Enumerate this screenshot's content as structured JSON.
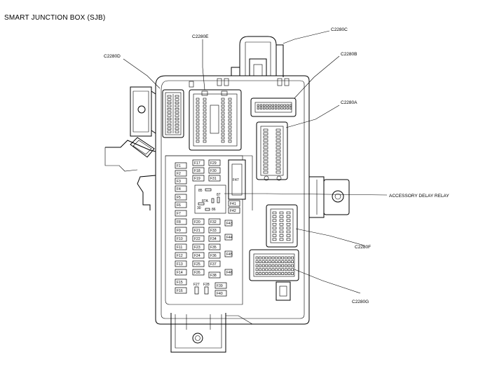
{
  "title": "SMART JUNCTION BOX (SJB)",
  "connectors": {
    "c2280a": "C2280A",
    "c2280b": "C2280B",
    "c2280c": "C2280C",
    "c2280d": "C2280D",
    "c2280e": "C2280E",
    "c2280f": "C2280F",
    "c2280g": "C2280G"
  },
  "relay_label": "ACCESSORY DELAY RELAY",
  "relay_pins": {
    "p85": "85",
    "p87": "87",
    "p87a": "87A",
    "p30": "30",
    "p86": "86"
  },
  "fuses": {
    "F1": "F1",
    "F2": "F2",
    "F3": "F3",
    "F4": "F4",
    "F5": "F5",
    "F6": "F6",
    "F7": "F7",
    "F8": "F8",
    "F9": "F9",
    "F10": "F10",
    "F11": "F11",
    "F12": "F12",
    "F13": "F13",
    "F14": "F14",
    "F15": "F15",
    "F16": "F16",
    "F17": "F17",
    "F18": "F18",
    "F19": "F19",
    "F20": "F20",
    "F21": "F21",
    "F22": "F22",
    "F23": "F23",
    "F24": "F24",
    "F25": "F25",
    "F26": "F26",
    "F27": "F27",
    "F28": "F28",
    "F29": "F29",
    "F30": "F30",
    "F31": "F31",
    "F32": "F32",
    "F33": "F33",
    "F34": "F34",
    "F35": "F35",
    "F36": "F36",
    "F37": "F37",
    "F38": "F38",
    "F39": "F39",
    "F40": "F40",
    "F41": "F41",
    "F42": "F42",
    "F43": "F43",
    "F44": "F44",
    "F45": "F45",
    "F46": "F46",
    "F47": "F47"
  }
}
